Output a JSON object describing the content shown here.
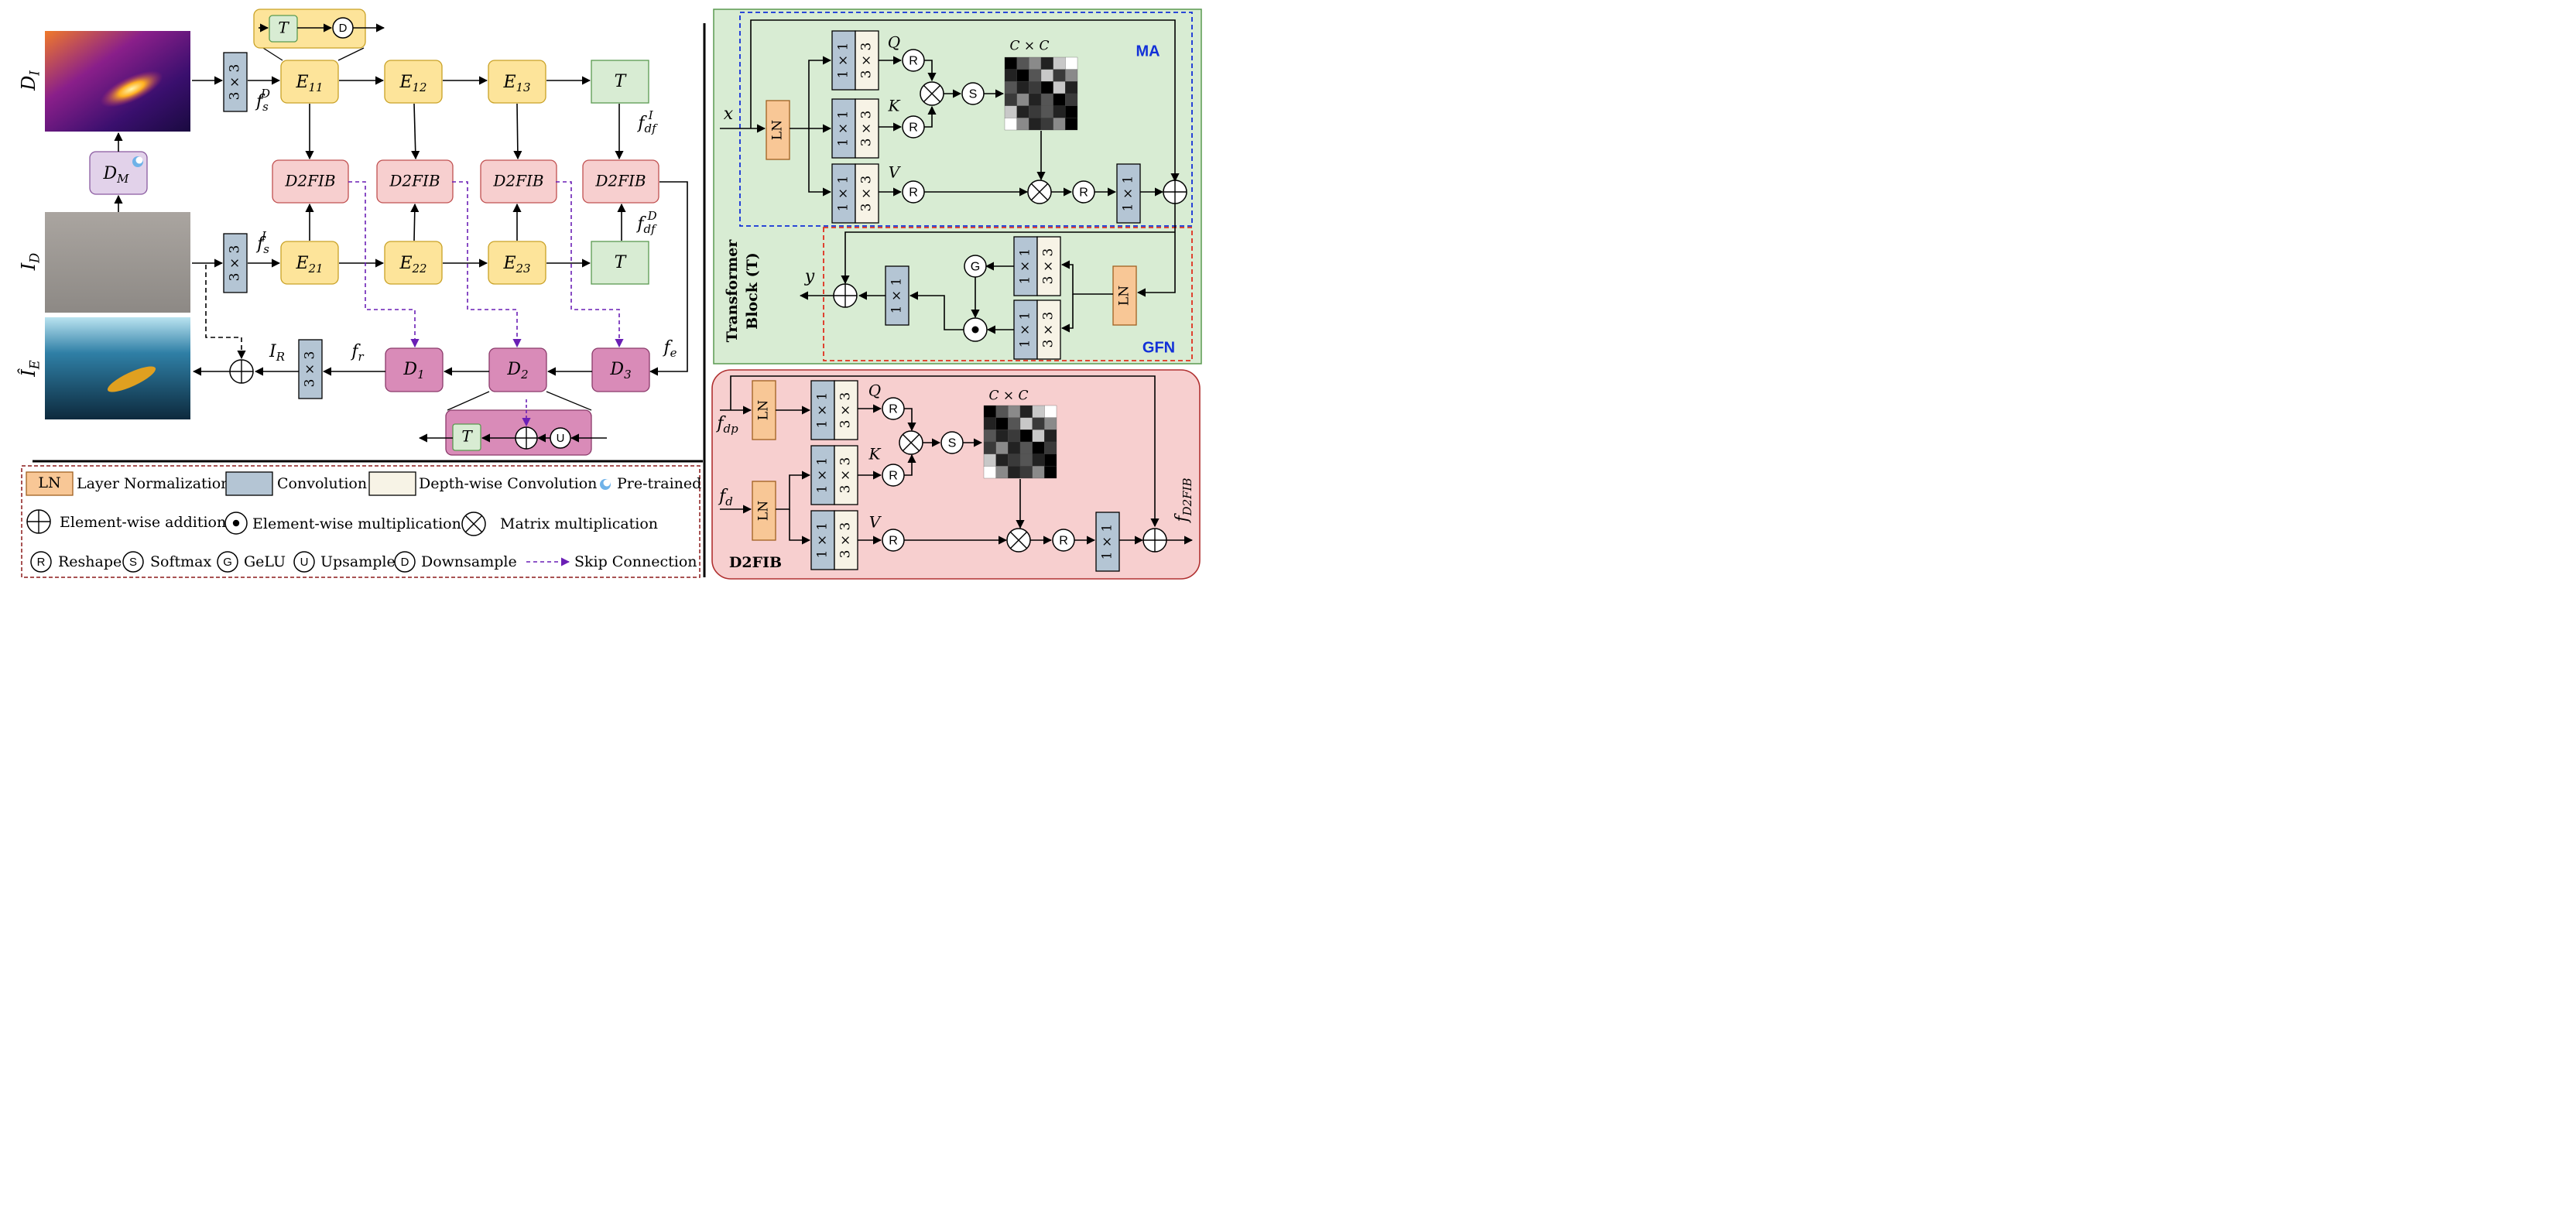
{
  "left": {
    "inputs": {
      "depth": "D",
      "depth_sub": "I",
      "image": "I",
      "image_sub": "D",
      "enhanced": "Î",
      "enhanced_sub": "E"
    },
    "dm": {
      "main": "D",
      "sub": "M"
    },
    "encoders_row1": [
      {
        "main": "E",
        "sub": "11"
      },
      {
        "main": "E",
        "sub": "12"
      },
      {
        "main": "E",
        "sub": "13"
      }
    ],
    "encoders_row2": [
      {
        "main": "E",
        "sub": "21"
      },
      {
        "main": "E",
        "sub": "22"
      },
      {
        "main": "E",
        "sub": "23"
      }
    ],
    "t_label": "T",
    "conv_label": "3 × 3",
    "d2fib_label": "D2FIB",
    "decoders": [
      {
        "main": "D",
        "sub": "1"
      },
      {
        "main": "D",
        "sub": "2"
      },
      {
        "main": "D",
        "sub": "3"
      }
    ],
    "features": {
      "fsD": {
        "main": "f",
        "sub": "s",
        "sup": "D"
      },
      "fsI": {
        "main": "f",
        "sub": "s",
        "sup": "I"
      },
      "fdfI": {
        "main": "f",
        "sub": "df",
        "sup": "I"
      },
      "fdfD": {
        "main": "f",
        "sub": "df",
        "sup": "D"
      },
      "fe": {
        "main": "f",
        "sub": "e"
      },
      "fr": {
        "main": "f",
        "sub": "r"
      },
      "IR": {
        "main": "I",
        "sub": "R"
      }
    },
    "zoom_top": {
      "t": "T",
      "d": "D"
    },
    "zoom_bottom": {
      "t": "T",
      "u": "U"
    }
  },
  "legend": {
    "ln_box": "LN",
    "ln_text": "Layer Normalization",
    "conv_text": "Convolution",
    "dw_text": "Depth-wise Convolution",
    "pre_text": "Pre-trained",
    "add_text": "Element-wise addition",
    "mul_text": "Element-wise multiplication",
    "mat_text": "Matrix multiplication",
    "r_sym": "R",
    "r_text": "Reshape",
    "s_sym": "S",
    "s_text": "Softmax",
    "g_sym": "G",
    "g_text": "GeLU",
    "u_sym": "U",
    "u_text": "Upsample",
    "d_sym": "D",
    "d_text": "Downsample",
    "skip_text": "Skip Connection"
  },
  "transformer": {
    "title_line1": "Transformer",
    "title_line2": "Block (T)",
    "ma_label": "MA",
    "gfn_label": "GFN",
    "x": "x",
    "y": "y",
    "ln": "LN",
    "q": "Q",
    "k": "K",
    "v": "V",
    "r": "R",
    "s": "S",
    "g": "G",
    "conv1": "1 × 1",
    "conv3": "3 × 3",
    "cxc": "C × C"
  },
  "d2fib": {
    "title": "D2FIB",
    "fdp": {
      "main": "f",
      "sub": "dp"
    },
    "fd": {
      "main": "f",
      "sub": "d"
    },
    "out": {
      "main": "f",
      "sub": "D2FIB"
    },
    "ln": "LN",
    "q": "Q",
    "k": "K",
    "v": "V",
    "r": "R",
    "s": "S",
    "conv1": "1 × 1",
    "conv3": "3 × 3",
    "cxc": "C × C"
  },
  "colors": {
    "encoder_fill": "#fde49a",
    "transformer_fill": "#d8ecd3",
    "d2fib_fill": "#f7cfcf",
    "decoder_fill": "#d98bb8",
    "conv_fill": "#b4c5d4",
    "dw_fill": "#f7f3e6",
    "ln_fill": "#f8c796",
    "dm_fill": "#e2d2ea",
    "skip": "#6a1fb5",
    "ma_border": "#1230d8",
    "gfn_border": "#e0301e",
    "legend_border": "#8b1a1a"
  },
  "icons": [
    "pretrained-drop-icon",
    "addition-icon",
    "multiplication-icon",
    "matrix-mult-icon"
  ]
}
